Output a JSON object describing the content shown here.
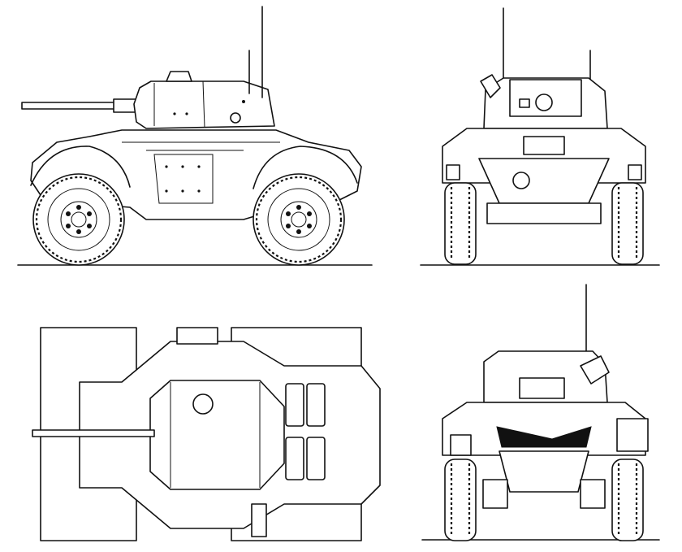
{
  "views": [
    {
      "id": "side",
      "name": "side-view"
    },
    {
      "id": "front",
      "name": "front-view"
    },
    {
      "id": "top",
      "name": "top-view"
    },
    {
      "id": "rear",
      "name": "rear-view"
    }
  ],
  "colors": {
    "line": "#111111",
    "paper": "#ffffff"
  },
  "labels": []
}
